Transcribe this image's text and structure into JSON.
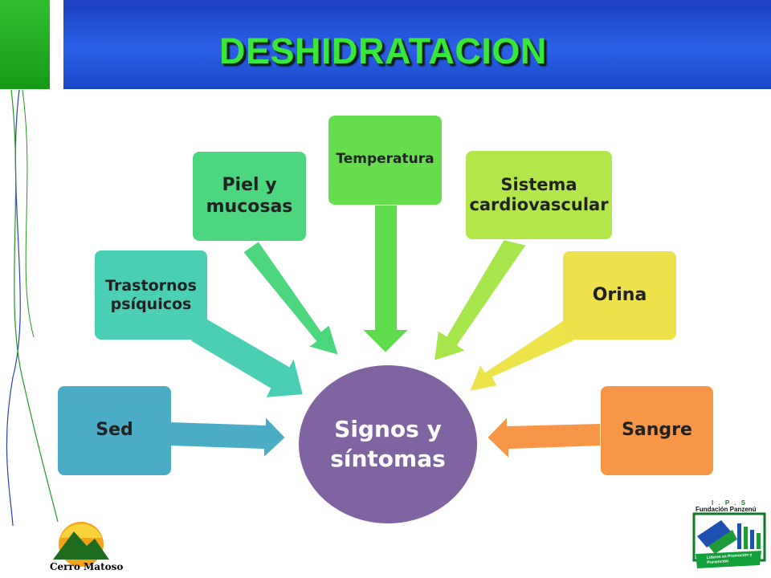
{
  "slide": {
    "title": "DESHIDRATACION"
  },
  "diagram": {
    "hub_label": "Signos y síntomas",
    "nodes": [
      {
        "id": "sed",
        "label": "Sed",
        "color": "#4bacc6"
      },
      {
        "id": "trastornos",
        "label": "Trastornos psíquicos",
        "color": "#4bcfb4"
      },
      {
        "id": "piel",
        "label": "Piel y mucosas",
        "color": "#4cd67e"
      },
      {
        "id": "temperatura",
        "label": "Temperatura",
        "color": "#66dd4c"
      },
      {
        "id": "cardio",
        "label": "Sistema cardiovascular",
        "color": "#b1e74b"
      },
      {
        "id": "orina",
        "label": "Orina",
        "color": "#eee14c"
      },
      {
        "id": "sangre",
        "label": "Sangre",
        "color": "#f79646"
      }
    ],
    "hub_color": "#8064a2"
  },
  "logos": {
    "left_logo_text": "Cerro Matoso",
    "right_logo_header": "I . P . S",
    "right_logo_name": "Fundación Panzenú",
    "right_logo_banner": "Líderes en Promoción y Prevención"
  }
}
